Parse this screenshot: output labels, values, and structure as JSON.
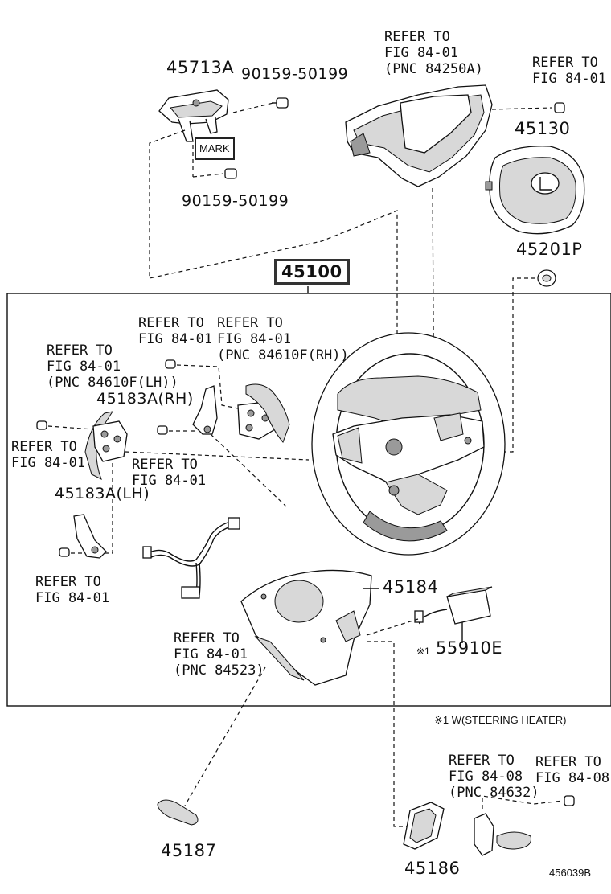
{
  "labels": {
    "p45713a": "45713A",
    "p90159_top": "90159-50199",
    "mark": "MARK",
    "p90159_bottom": "90159-50199",
    "refer_84250a": "REFER TO\nFIG 84-01\n(PNC 84250A)",
    "refer_top_right": "REFER TO\nFIG 84-01",
    "p45130": "45130",
    "p45201p": "45201P",
    "p45100": "45100",
    "refer_mid_left": "REFER TO\nFIG 84-01",
    "refer_84610f_rh": "REFER TO\nFIG 84-01\n(PNC 84610F(RH))",
    "refer_84610f_lh": "REFER TO\nFIG 84-01\n(PNC 84610F(LH))",
    "p45183a_rh": "45183A(RH)",
    "refer_left_screw": "REFER TO\nFIG 84-01",
    "refer_center_screw": "REFER TO\nFIG 84-01",
    "p45183a_lh": "45183A(LH)",
    "refer_lower_left": "REFER TO\nFIG 84-01",
    "refer_84523": "REFER TO\nFIG 84-01\n(PNC 84523)",
    "p45184": "45184",
    "p55910e": "55910E",
    "note_marker": "※1",
    "footnote": "※1 W(STEERING HEATER)",
    "refer_84632": "REFER TO\nFIG 84-08\n(PNC 84632)",
    "refer_84_08": "REFER TO\nFIG 84-08",
    "p45187": "45187",
    "p45186": "45186",
    "diagram_id": "456039B"
  }
}
